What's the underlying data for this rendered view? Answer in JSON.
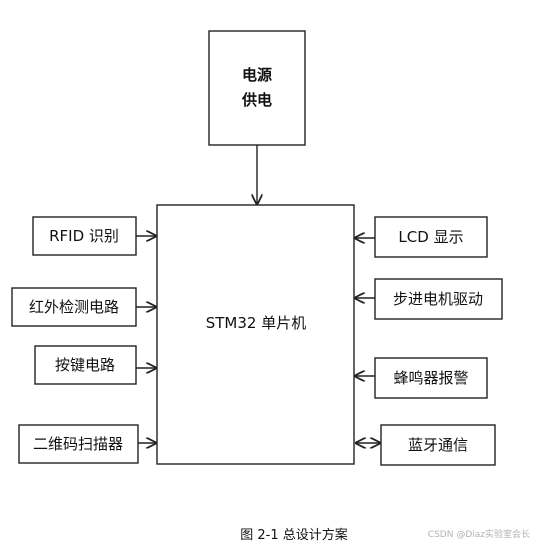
{
  "diagram": {
    "power": {
      "line1": "电源",
      "line2": "供电"
    },
    "mcu": {
      "label": "STM32 单片机"
    },
    "inputs": {
      "rfid": "RFID 识别",
      "infrared": "红外检测电路",
      "keys": "按键电路",
      "scanner": "二维码扫描器"
    },
    "outputs": {
      "lcd": "LCD 显示",
      "motor": "步进电机驱动",
      "buzzer": "蜂鸣器报警",
      "bluetooth": "蓝牙通信"
    }
  },
  "caption": "图 2-1 总设计方案",
  "watermark": "CSDN @Diaz实验室会长"
}
